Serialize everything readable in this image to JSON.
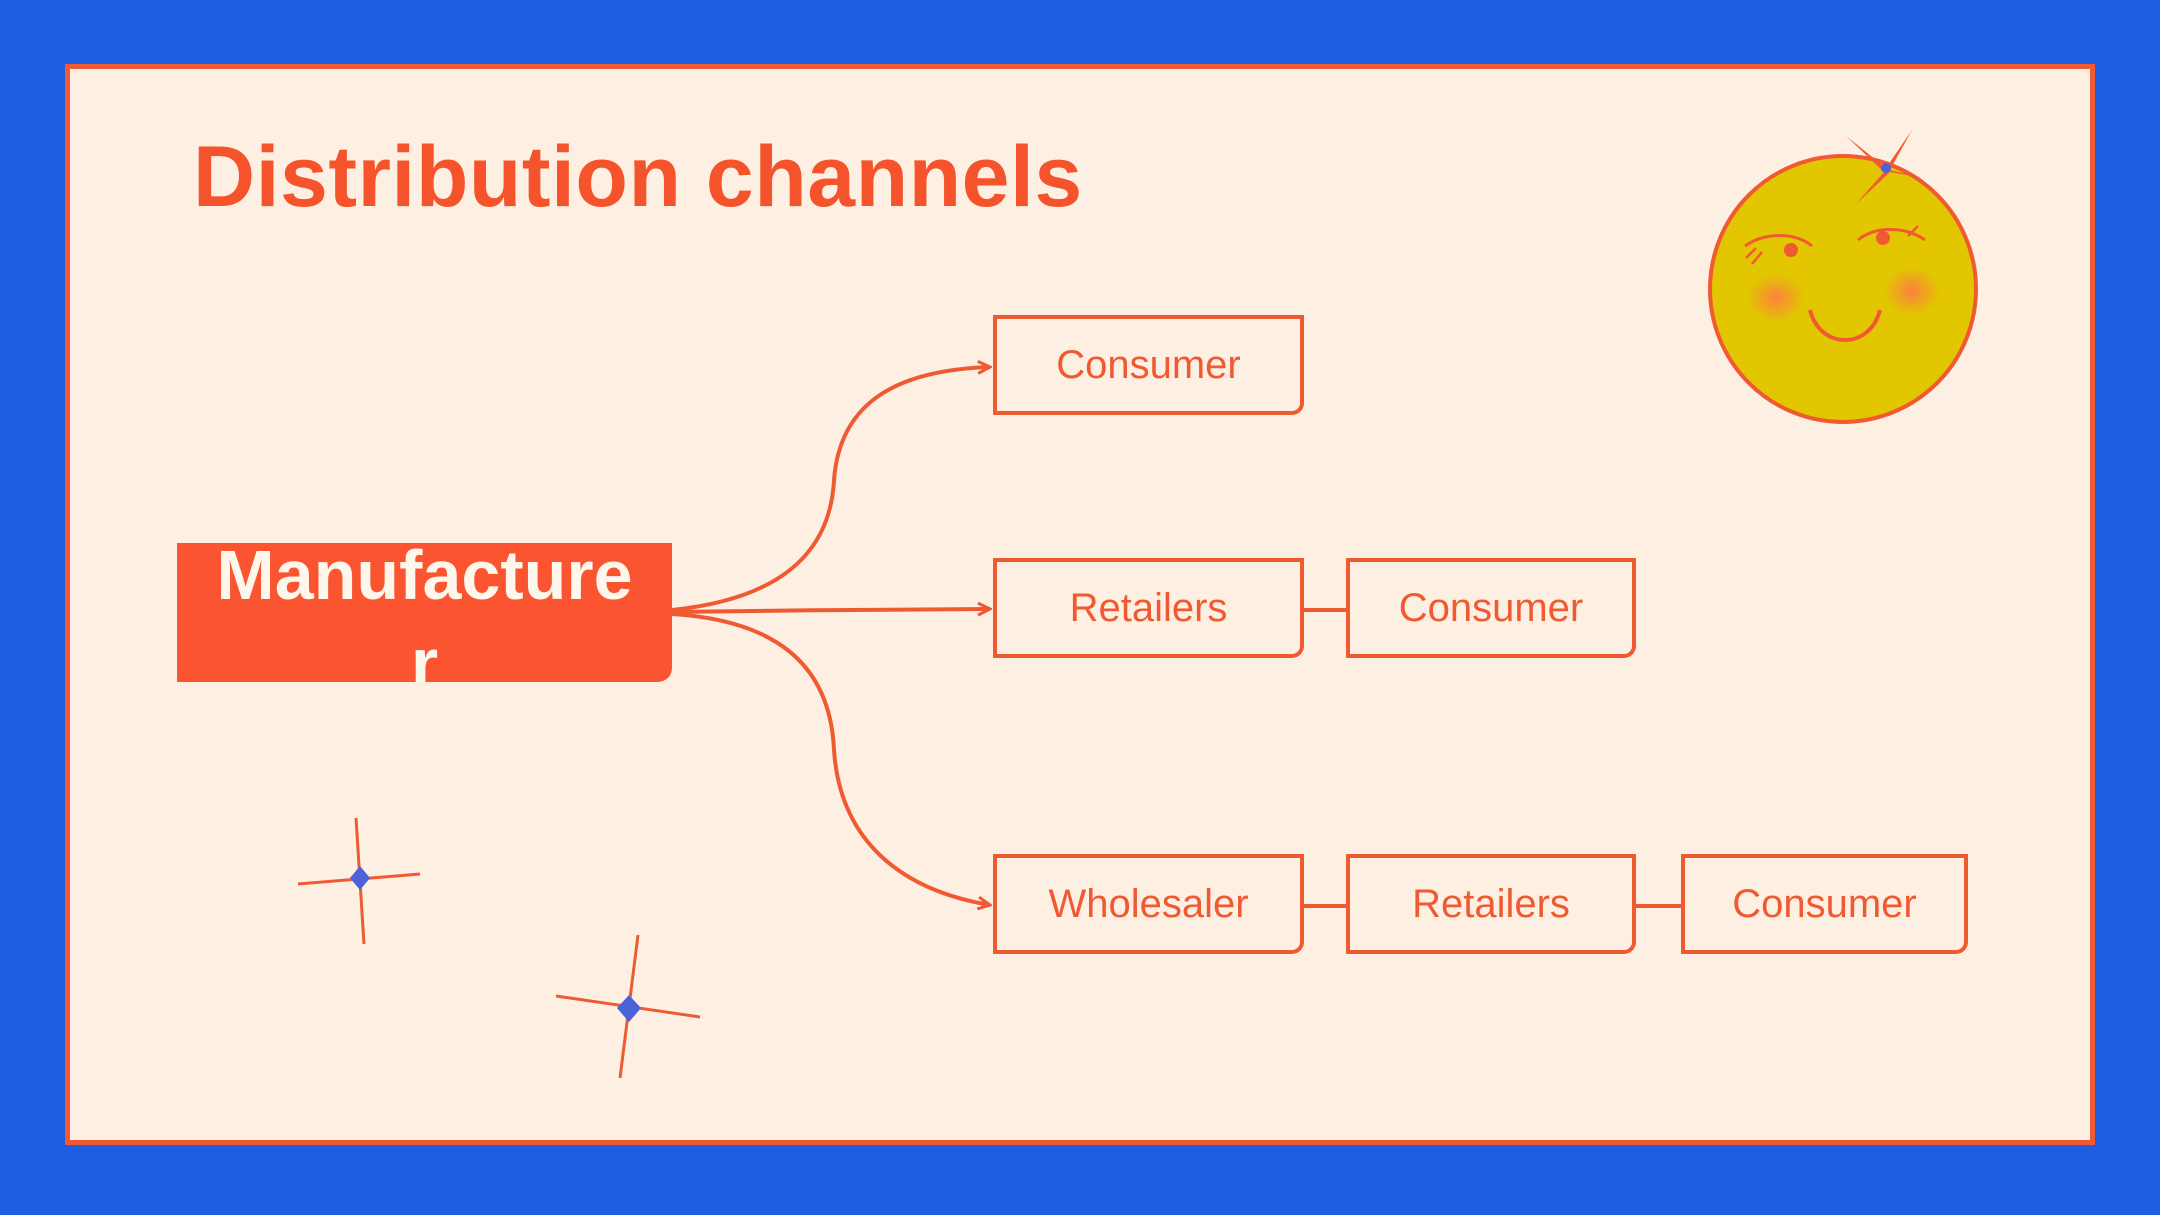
{
  "slide": {
    "title": "Distribution channels",
    "colors": {
      "background": "#1f5ee0",
      "panel": "#fdf0e2",
      "accent": "#f05a32",
      "root_fill": "#fa5530",
      "face": "#e2c600",
      "star_center": "#4a63d8"
    }
  },
  "diagram": {
    "root": "Manufacturer",
    "channels": [
      [
        "Consumer"
      ],
      [
        "Retailers",
        "Consumer"
      ],
      [
        "Wholesaler",
        "Retailers",
        "Consumer"
      ]
    ]
  },
  "decorations": [
    "smiley-sun",
    "sparkle-star",
    "sparkle-star",
    "sparkle-star"
  ]
}
